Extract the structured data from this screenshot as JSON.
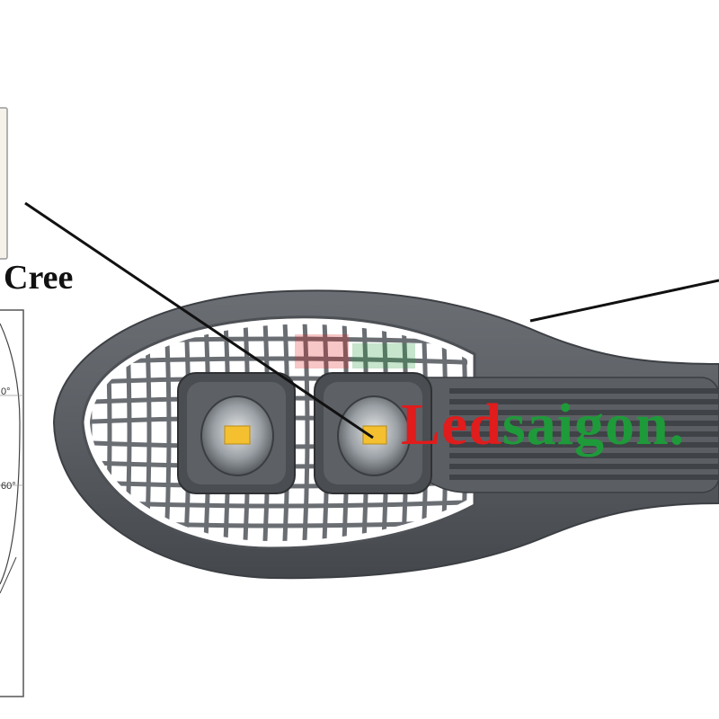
{
  "callout": {
    "chip_label": "Cree"
  },
  "polar_chart": {
    "tick_upper": "0°",
    "tick_lower": "60°"
  },
  "watermark": {
    "part_red": "Led",
    "part_green": "saigon",
    "suffix": "."
  },
  "colors": {
    "housing": "#5d6166",
    "housing_dark": "#46494d",
    "grille": "#6a6e73",
    "led_chip": "#f4c030",
    "watermark_red": "#e01c1c",
    "watermark_green": "#1f9a3a"
  }
}
